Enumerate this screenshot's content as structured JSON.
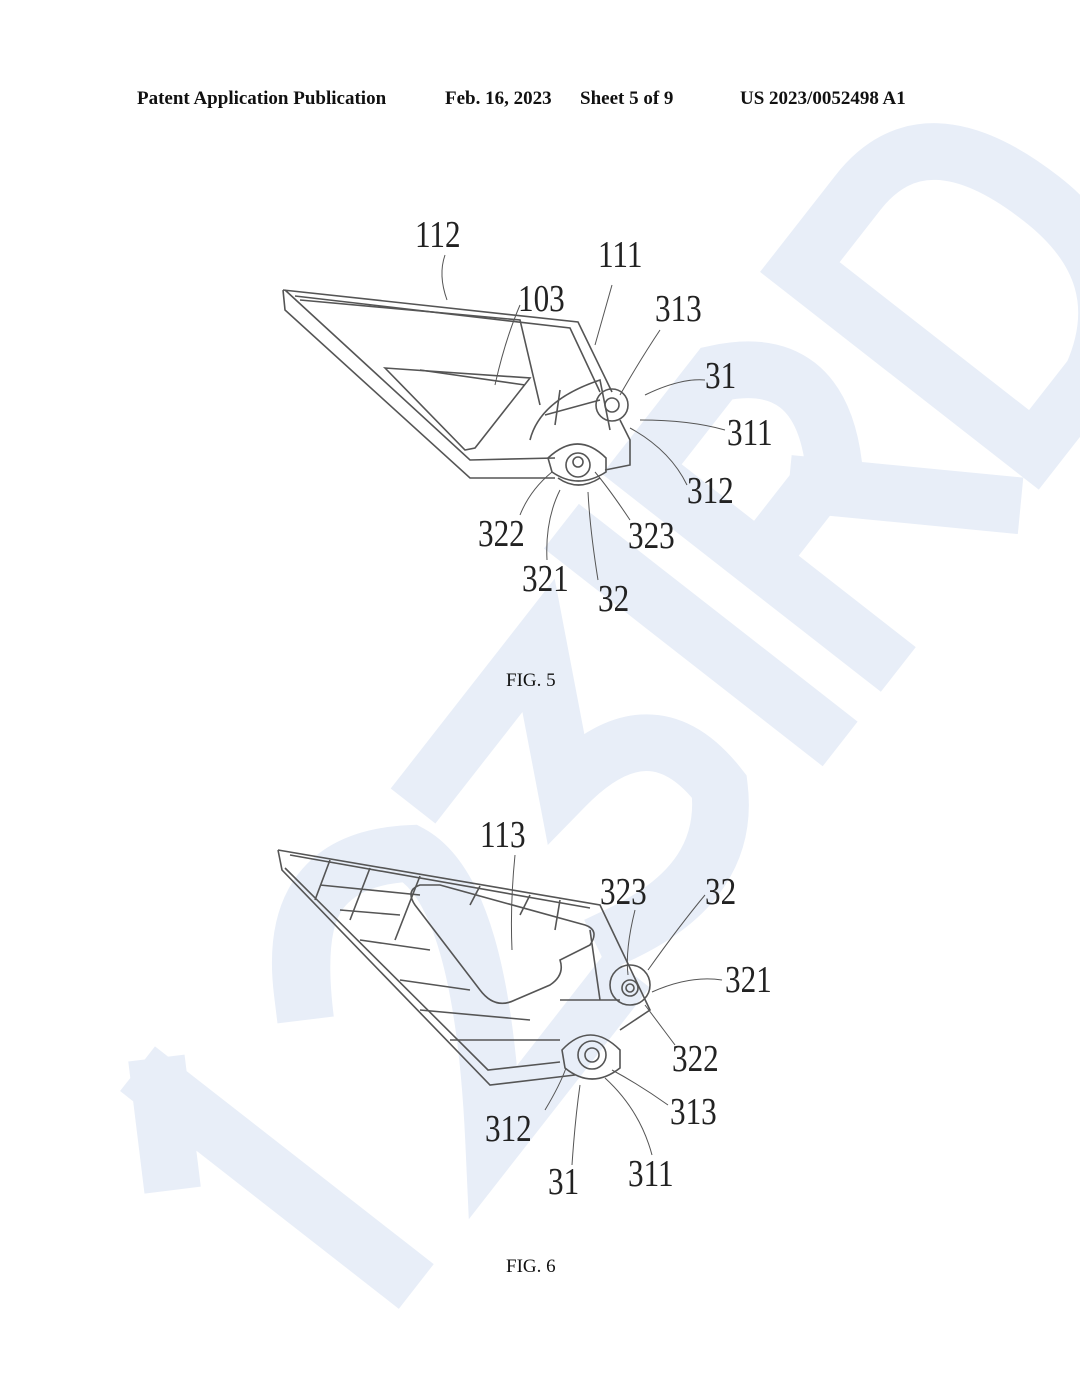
{
  "header": {
    "publication": "Patent Application Publication",
    "date": "Feb. 16, 2023",
    "sheet": "Sheet 5 of 9",
    "number": "US 2023/0052498 A1"
  },
  "watermark": "123IRD",
  "figures": [
    {
      "caption": "FIG. 5",
      "labels": [
        "112",
        "111",
        "103",
        "313",
        "31",
        "311",
        "312",
        "322",
        "323",
        "321",
        "32"
      ]
    },
    {
      "caption": "FIG. 6",
      "labels": [
        "113",
        "323",
        "32",
        "321",
        "322",
        "313",
        "312",
        "311",
        "31"
      ]
    }
  ]
}
